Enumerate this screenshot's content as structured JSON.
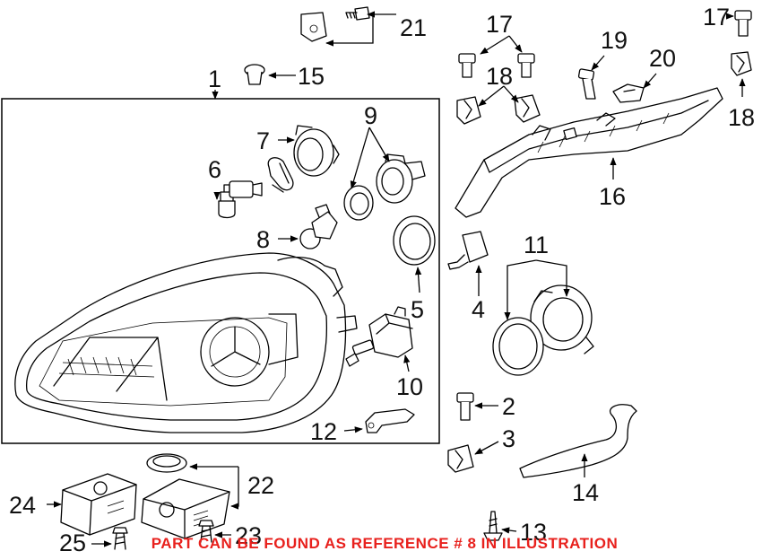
{
  "callouts": {
    "c1": "1",
    "c2": "2",
    "c3": "3",
    "c4": "4",
    "c5": "5",
    "c6": "6",
    "c7": "7",
    "c8": "8",
    "c9": "9",
    "c10": "10",
    "c11": "11",
    "c12": "12",
    "c13": "13",
    "c14": "14",
    "c15": "15",
    "c16": "16",
    "c17a": "17",
    "c17b": "17",
    "c18a": "18",
    "c18b": "18",
    "c19": "19",
    "c20": "20",
    "c21": "21",
    "c22": "22",
    "c23": "23",
    "c24": "24",
    "c25": "25"
  },
  "notice": "PART CAN BE FOUND AS REFERENCE # 8 IN ILLUSTRATION",
  "colors": {
    "notice": "#e8211d",
    "lines": "#000000",
    "background": "#ffffff"
  }
}
